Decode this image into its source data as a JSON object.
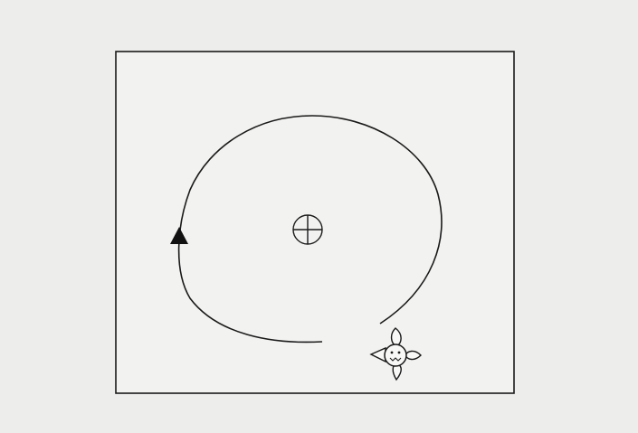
{
  "figure": {
    "colors": {
      "paper": "#ededeb",
      "panel": "#f2f2f0",
      "ink": "#1a1a1a"
    },
    "elements": [
      {
        "name": "target-crosshair-icon",
        "kind": "crosshair"
      },
      {
        "name": "start-marker-triangle-icon",
        "kind": "filled-triangle"
      },
      {
        "name": "orbit-path",
        "kind": "open-curve"
      },
      {
        "name": "agent-character-icon",
        "kind": "cartoon-figure"
      }
    ]
  }
}
